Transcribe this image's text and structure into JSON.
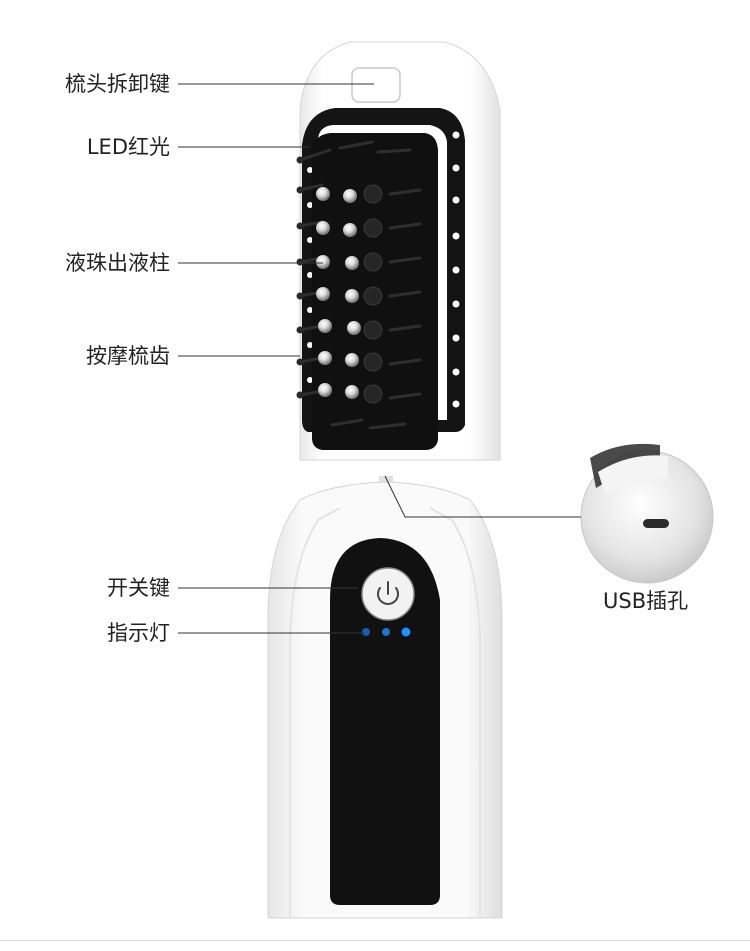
{
  "labels": {
    "comb_release_key": "梳头拆卸键",
    "led_red_light": "LED红光",
    "liquid_bead_column": "液珠出液柱",
    "massage_teeth": "按摩梳齿",
    "power_key": "开关键",
    "indicator_light": "指示灯",
    "usb_port": "USB插孔"
  },
  "colors": {
    "body_white": "#ffffff",
    "panel_black": "#111111",
    "indicator_blue": "#1e90ff",
    "leader_line": "#333333"
  },
  "icons": {
    "power": "power-icon"
  }
}
